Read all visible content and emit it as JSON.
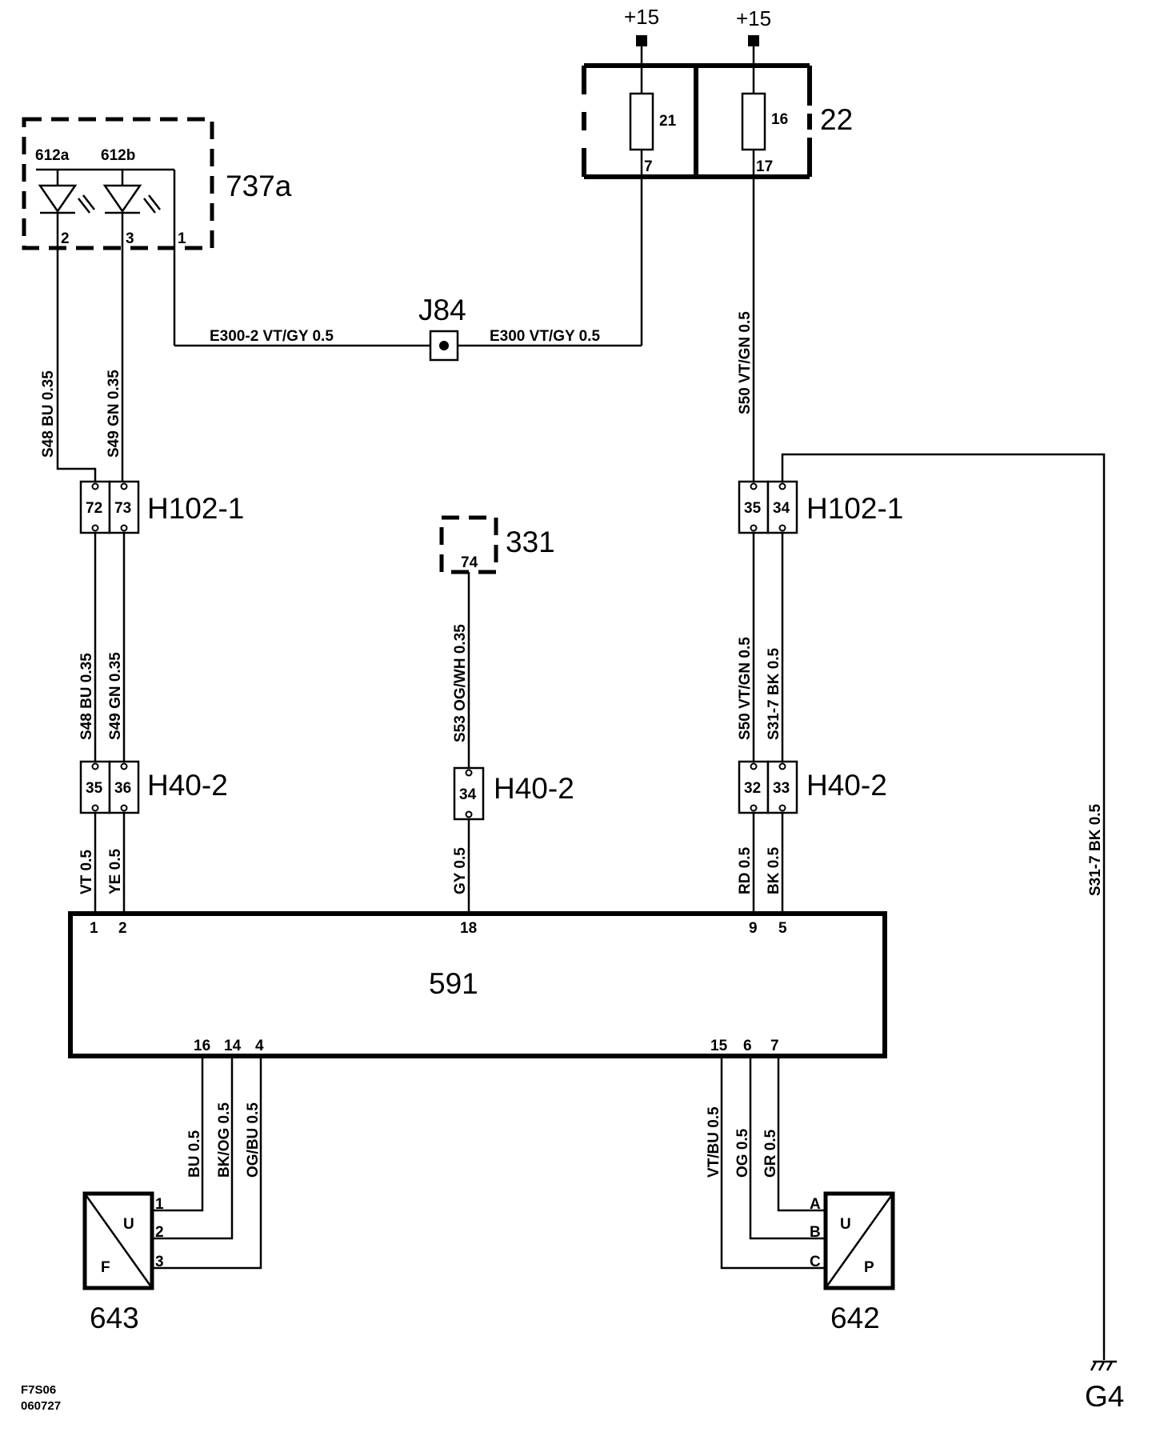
{
  "supply": {
    "plus15_left": "+15",
    "plus15_right": "+15"
  },
  "fusebox": {
    "name": "22",
    "fuse_a": "21",
    "fuse_a_pin": "7",
    "fuse_b": "16",
    "fuse_b_pin": "17"
  },
  "led_unit": {
    "name": "737a",
    "led_a": "612a",
    "led_b": "612b",
    "pin_2": "2",
    "pin_3": "3",
    "pin_1": "1"
  },
  "splice": {
    "name": "J84",
    "wire_left": "E300-2  VT/GY  0.5",
    "wire_right": "E300 VT/GY  0.5"
  },
  "wires": {
    "s48_top": "S48  BU  0.35",
    "s49_top": "S49  GN  0.35",
    "s50_top": "S50  VT/GN  0.5",
    "s48_mid": "S48  BU  0.35",
    "s49_mid": "S49  GN  0.35",
    "s53_mid": "S53  OG/WH  0.35",
    "s50_mid": "S50  VT/GN  0.5",
    "s317_mid": "S31-7  BK  0.5",
    "vt_low": "VT  0.5",
    "ye_low": "YE  0.5",
    "gy_low": "GY  0.5",
    "rd_low": "RD  0.5",
    "bk_low": "BK  0.5",
    "s317_ground": "S31-7  BK  0.5",
    "bu_bot": "BU  0.5",
    "bkog_bot": "BK/OG  0.5",
    "ogbu_bot": "OG/BU  0.5",
    "vtbu_bot": "VT/BU  0.5",
    "og_bot": "OG  0.5",
    "gr_bot": "GR  0.5"
  },
  "connectors": {
    "h102_left": {
      "name": "H102-1",
      "pins": [
        "72",
        "73"
      ]
    },
    "h102_right": {
      "name": "H102-1",
      "pins": [
        "35",
        "34"
      ]
    },
    "h40_left": {
      "name": "H40-2",
      "pins": [
        "35",
        "36"
      ]
    },
    "h40_mid": {
      "name": "H40-2",
      "pins": [
        "34"
      ]
    },
    "h40_right": {
      "name": "H40-2",
      "pins": [
        "32",
        "33"
      ]
    }
  },
  "comp331": {
    "name": "331",
    "pin": "74"
  },
  "module": {
    "name": "591",
    "top_pins": [
      "1",
      "2",
      "18",
      "9",
      "5"
    ],
    "bottom_pins": [
      "16",
      "14",
      "4",
      "15",
      "6",
      "7"
    ]
  },
  "sensor643": {
    "name": "643",
    "u": "U",
    "f": "F",
    "pins": [
      "1",
      "2",
      "3"
    ]
  },
  "sensor642": {
    "name": "642",
    "u": "U",
    "p": "P",
    "pins": [
      "A",
      "B",
      "C"
    ]
  },
  "ground": {
    "name": "G4"
  },
  "footer": {
    "code": "F7S06",
    "date": "060727"
  }
}
